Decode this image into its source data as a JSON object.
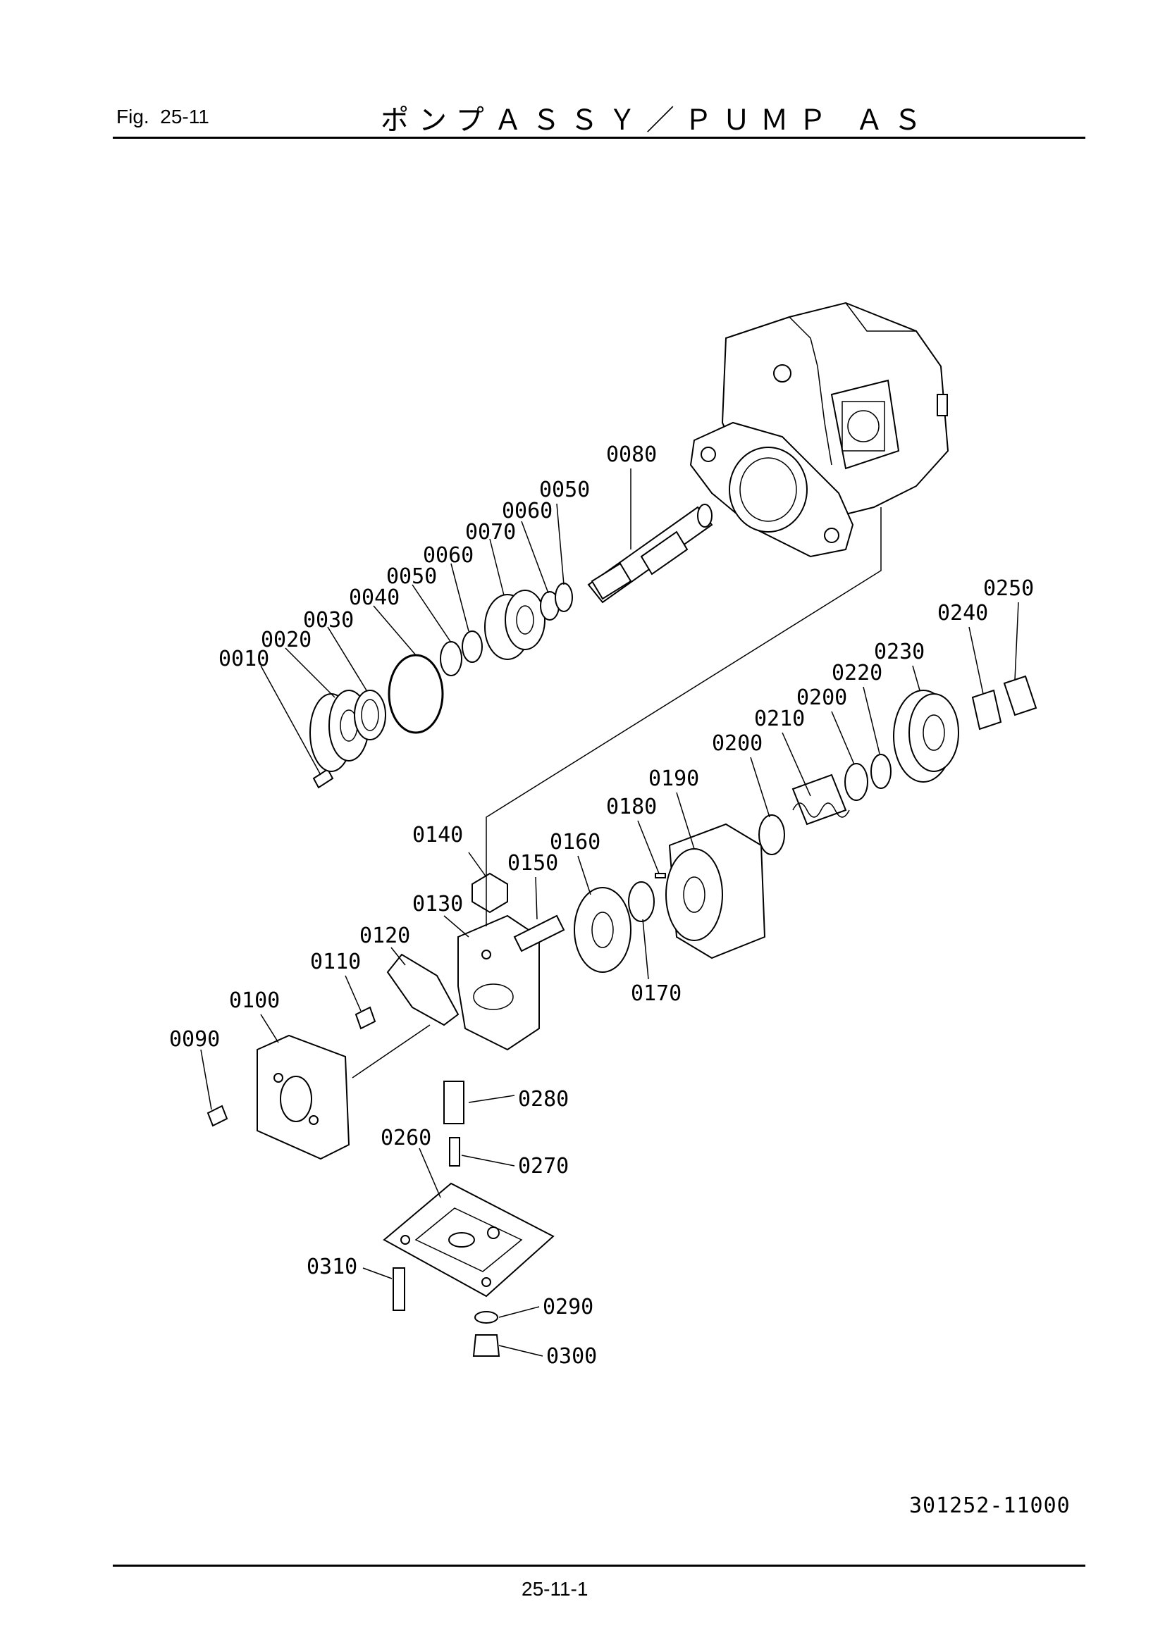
{
  "header": {
    "fig_label": "Fig.",
    "fig_number": "25-11",
    "title": "ポンプＡＳＳＹ／ＰＵＭＰ ＡＳ"
  },
  "footer": {
    "drawing_number": "301252-11000",
    "page_number": "25-11-1"
  },
  "parts": [
    {
      "id": "p0010",
      "label": "0010"
    },
    {
      "id": "p0020",
      "label": "0020"
    },
    {
      "id": "p0030",
      "label": "0030"
    },
    {
      "id": "p0040",
      "label": "0040"
    },
    {
      "id": "p0050a",
      "label": "0050"
    },
    {
      "id": "p0060a",
      "label": "0060"
    },
    {
      "id": "p0070",
      "label": "0070"
    },
    {
      "id": "p0060b",
      "label": "0060"
    },
    {
      "id": "p0050b",
      "label": "0050"
    },
    {
      "id": "p0080",
      "label": "0080"
    },
    {
      "id": "p0090",
      "label": "0090"
    },
    {
      "id": "p0100",
      "label": "0100"
    },
    {
      "id": "p0110",
      "label": "0110"
    },
    {
      "id": "p0120",
      "label": "0120"
    },
    {
      "id": "p0130",
      "label": "0130"
    },
    {
      "id": "p0140",
      "label": "0140"
    },
    {
      "id": "p0150",
      "label": "0150"
    },
    {
      "id": "p0160",
      "label": "0160"
    },
    {
      "id": "p0170",
      "label": "0170"
    },
    {
      "id": "p0180",
      "label": "0180"
    },
    {
      "id": "p0190",
      "label": "0190"
    },
    {
      "id": "p0200a",
      "label": "0200"
    },
    {
      "id": "p0210",
      "label": "0210"
    },
    {
      "id": "p0200b",
      "label": "0200"
    },
    {
      "id": "p0220",
      "label": "0220"
    },
    {
      "id": "p0230",
      "label": "0230"
    },
    {
      "id": "p0240",
      "label": "0240"
    },
    {
      "id": "p0250",
      "label": "0250"
    },
    {
      "id": "p0260",
      "label": "0260"
    },
    {
      "id": "p0270",
      "label": "0270"
    },
    {
      "id": "p0280",
      "label": "0280"
    },
    {
      "id": "p0290",
      "label": "0290"
    },
    {
      "id": "p0300",
      "label": "0300"
    },
    {
      "id": "p0310",
      "label": "0310"
    }
  ]
}
